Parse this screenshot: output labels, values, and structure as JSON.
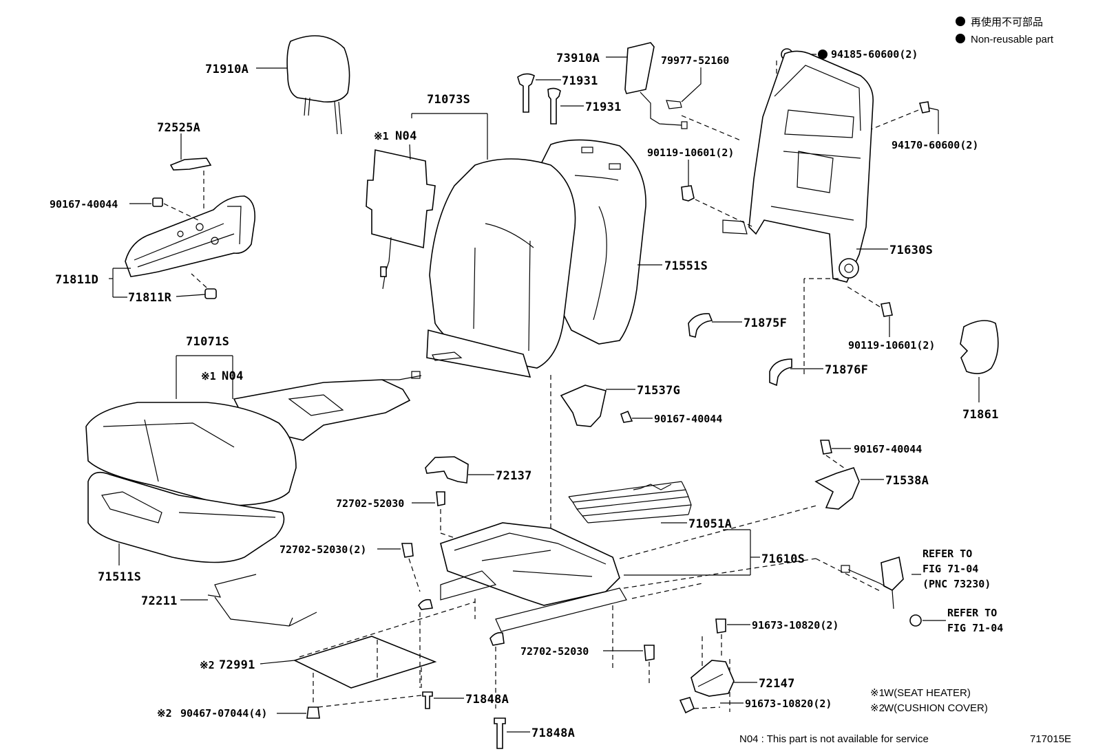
{
  "legend": {
    "items": [
      {
        "text": "再使用不可部品"
      },
      {
        "text": "Non-reusable part"
      }
    ]
  },
  "labels": {
    "p71910A": "71910A",
    "p72525A": "72525A",
    "p90167_40044_a": "90167-40044",
    "p71811D": "71811D",
    "p71811R": "71811R",
    "mark1_a": "※1",
    "n04_a": "N04",
    "p71073S": "71073S",
    "p71931_a": "71931",
    "p71931_b": "71931",
    "p73910A": "73910A",
    "p79977": "79977-52160",
    "p94185": "94185-60600(2)",
    "p94170": "94170-60600(2)",
    "p90119_a": "90119-10601(2)",
    "p71551S": "71551S",
    "p71630S": "71630S",
    "p71875F": "71875F",
    "p90119_b": "90119-10601(2)",
    "p71876F": "71876F",
    "p71861": "71861",
    "p71071S": "71071S",
    "mark1_b": "※1",
    "n04_b": "N04",
    "p71537G": "71537G",
    "p90167_40044_b": "90167-40044",
    "p90167_40044_c": "90167-40044",
    "p72137": "72137",
    "p71538A": "71538A",
    "p72702_a": "72702-52030",
    "p71051A": "71051A",
    "p72702_b": "72702-52030(2)",
    "p71610S": "71610S",
    "p71511S": "71511S",
    "refer1_l1": "REFER TO",
    "refer1_l2": "FIG 71-04",
    "refer1_l3": "(PNC 73230)",
    "p72211": "72211",
    "refer2_l1": "REFER TO",
    "refer2_l2": "FIG 71-04",
    "p91673_a": "91673-10820(2)",
    "mark2_a": "※2",
    "p72991": "72991",
    "p72702_c": "72702-52030",
    "p72147": "72147",
    "p71848A_a": "71848A",
    "p91673_b": "91673-10820(2)",
    "mark2_b": "※2",
    "p90467": "90467-07044(4)",
    "p71848A_b": "71848A"
  },
  "footnotes": {
    "note1_mark": "※1",
    "note1": "W(SEAT HEATER)",
    "note2_mark": "※2",
    "note2": "W(CUSHION COVER)",
    "n04_note": "N04 : This part is not available for service",
    "figure_code": "717015E"
  }
}
